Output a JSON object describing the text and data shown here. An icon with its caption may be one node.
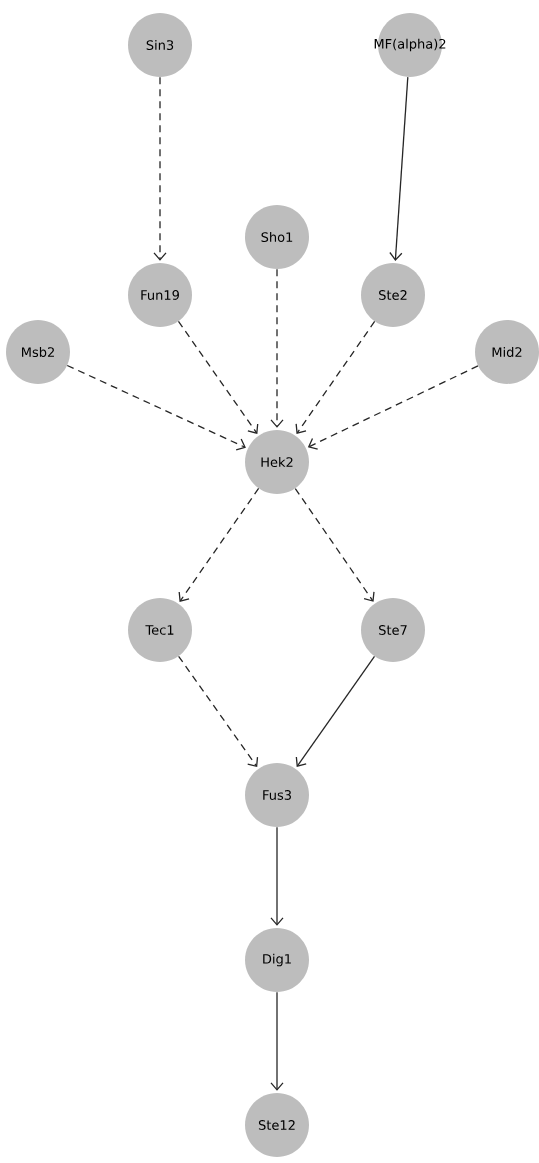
{
  "diagram": {
    "nodes": [
      {
        "text": [
          "Sin3"
        ]
      },
      {
        "text": [
          "MF(alpha)2"
        ]
      },
      {
        "text": [
          "Sho1"
        ]
      },
      {
        "text": [
          "Fun19"
        ]
      },
      {
        "text": [
          "Ste2"
        ]
      },
      {
        "text": [
          "Msb2"
        ]
      },
      {
        "text": [
          "Mid2"
        ]
      },
      {
        "text": [
          "Hek2"
        ]
      },
      {
        "text": [
          "Tec1"
        ]
      },
      {
        "text": [
          "Ste7"
        ]
      },
      {
        "text": [
          "Fus3"
        ]
      },
      {
        "text": [
          "Dig1"
        ]
      },
      {
        "text": [
          "Ste12"
        ]
      }
    ],
    "edges": [
      {
        "from": 0,
        "to": 3,
        "arrow": "to",
        "style": "dashed"
      },
      {
        "from": 1,
        "to": 4,
        "arrow": "to"
      },
      {
        "from": 2,
        "to": 7,
        "arrow": "to",
        "style": "dashed"
      },
      {
        "from": 3,
        "to": 7,
        "arrow": "to",
        "style": "dashed"
      },
      {
        "from": 4,
        "to": 7,
        "arrow": "to",
        "style": "dashed"
      },
      {
        "from": 5,
        "to": 7,
        "arrow": "to",
        "style": "dashed"
      },
      {
        "from": 6,
        "to": 7,
        "arrow": "to",
        "style": "dashed"
      },
      {
        "from": 7,
        "to": 8,
        "arrow": "to",
        "style": "dashed"
      },
      {
        "from": 7,
        "to": 9,
        "arrow": "to",
        "style": "dashed"
      },
      {
        "from": 8,
        "to": 10,
        "arrow": "to",
        "style": "dashed"
      },
      {
        "from": 9,
        "to": 10,
        "arrow": "to"
      },
      {
        "from": 10,
        "to": 11,
        "arrow": "to"
      },
      {
        "from": 11,
        "to": 12,
        "arrow": "to"
      }
    ]
  }
}
